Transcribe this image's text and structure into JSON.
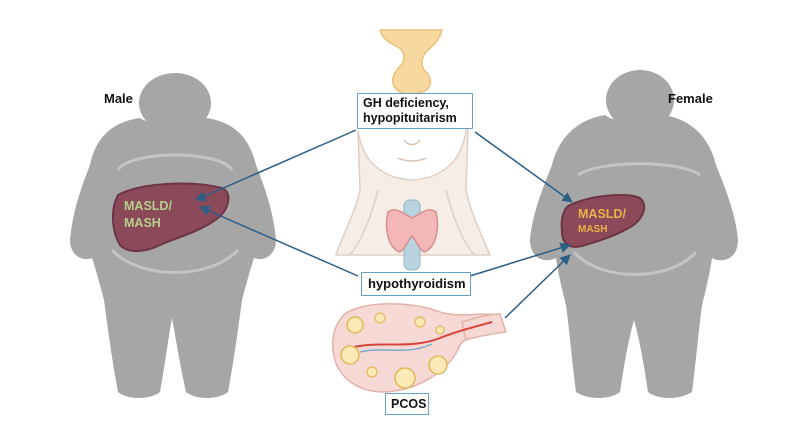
{
  "labels": {
    "male": "Male",
    "female": "Female",
    "gh_line1": "GH deficiency,",
    "gh_line2": "hypopituitarism",
    "hypothyroidism": "hypothyroidism",
    "pcos": "PCOS",
    "male_liver_line1": "MASLD/",
    "male_liver_line2": "MASH",
    "female_liver_line1": "MASLD/",
    "female_liver_line2": "MASH"
  },
  "colors": {
    "silhouette": "#a6a6a6",
    "silhouette_shade": "#8e8e8e",
    "belly_highlight": "#b8b8b8",
    "liver": "#8a4a5a",
    "liver_dark": "#6e3444",
    "male_liver_text": "#b7d18a",
    "female_liver_text": "#e8b24a",
    "arrow": "#2b5f86",
    "box_border": "#6aa0c8",
    "pituitary": "#f7d9a0",
    "skin": "#f6ede6",
    "thyroid": "#f3b7b7",
    "ovary": "#f6d9d4",
    "vessel": "#d9423a"
  }
}
